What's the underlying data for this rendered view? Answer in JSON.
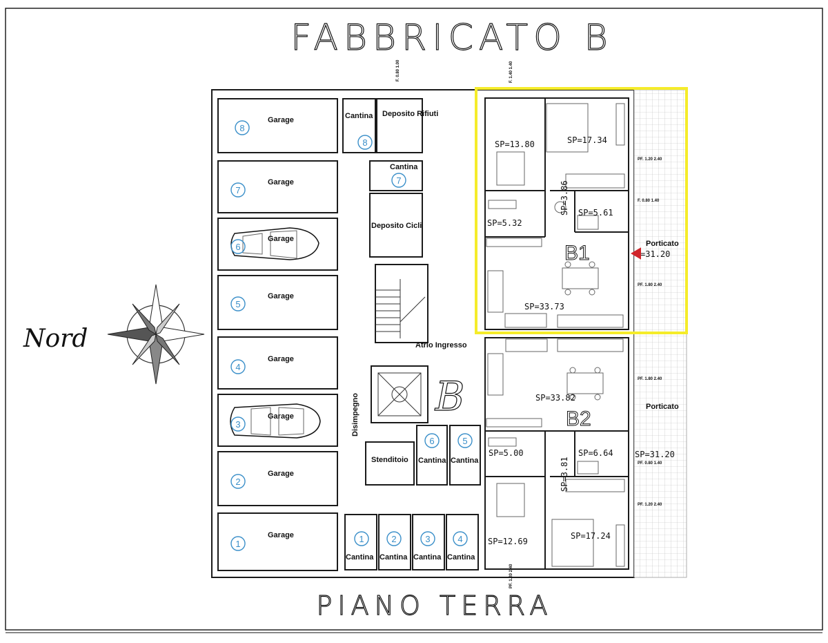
{
  "title": "FABBRICATO B",
  "subtitle": "PIANO TERRA",
  "compass_label": "Nord",
  "garages": [
    {
      "number": "8",
      "label": "Garage"
    },
    {
      "number": "7",
      "label": "Garage"
    },
    {
      "number": "6",
      "label": "Garage"
    },
    {
      "number": "5",
      "label": "Garage"
    },
    {
      "number": "4",
      "label": "Garage"
    },
    {
      "number": "3",
      "label": "Garage"
    },
    {
      "number": "2",
      "label": "Garage"
    },
    {
      "number": "1",
      "label": "Garage"
    }
  ],
  "cantine": [
    {
      "number": "8",
      "label": "Cantina"
    },
    {
      "number": "7",
      "label": "Cantina"
    },
    {
      "number": "6",
      "label": "Cantina"
    },
    {
      "number": "5",
      "label": "Cantina"
    },
    {
      "number": "1",
      "label": "Cantina"
    },
    {
      "number": "2",
      "label": "Cantina"
    },
    {
      "number": "3",
      "label": "Cantina"
    },
    {
      "number": "4",
      "label": "Cantina"
    }
  ],
  "rooms": {
    "deposito_rifiuti": "Deposito Rifiuti",
    "deposito_cicli": "Deposito Cicli",
    "atrio": "Atrio Ingresso",
    "disimpegno": "Disimpegno",
    "stenditoio": "Stenditoio",
    "core_letter": "B"
  },
  "units": [
    {
      "name": "B1",
      "porticato_label": "Porticato",
      "porticato_sp": "=31.20",
      "areas": [
        "SP=13.80",
        "SP=17.34",
        "SP=3.86",
        "SP=5.61",
        "SP=5.32",
        "SP=33.73"
      ]
    },
    {
      "name": "B2",
      "porticato_label": "Porticato",
      "porticato_sp": "SP=31.20",
      "areas": [
        "SP=33.82",
        "SP=5.00",
        "SP=6.64",
        "SP=3.81",
        "SP=12.69",
        "SP=17.24"
      ]
    }
  ],
  "window_marks": [
    "F. 0.80\n1.00",
    "F. 1.40\n1.40",
    "PF. 1.20\n2.40",
    "F. 0.80\n1.40",
    "PF. 1.80\n2.40",
    "PF. 1.80\n2.40",
    "PF. 0.80\n1.40",
    "PF. 1.20\n2.40",
    "PF. 1.20\n2.40"
  ],
  "colors": {
    "highlight": "#f5ec2a",
    "numbers": "#3a8fc9",
    "marker": "#d0242a"
  }
}
